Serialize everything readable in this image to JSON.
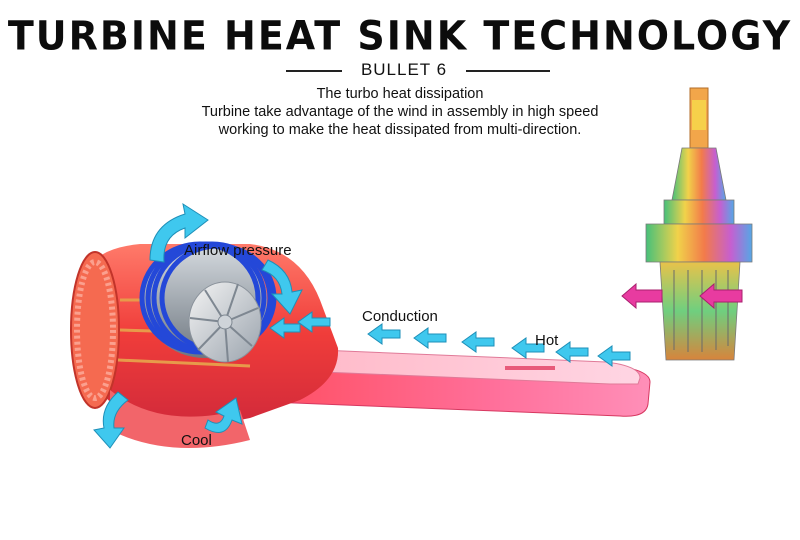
{
  "header": {
    "title": "TURBINE HEAT SINK TECHNOLOGY",
    "subtitle": "BULLET 6"
  },
  "description": {
    "line1": "The turbo heat dissipation",
    "line2": "Turbine take advantage of the wind in assembly in high speed",
    "line3": "working to make the heat dissipated from multi-direction."
  },
  "labels": {
    "airflow": "Airflow pressure",
    "conduction": "Conduction",
    "hot": "Hot",
    "cool": "Cool"
  },
  "colors": {
    "arrow_cyan": "#3fc8ee",
    "body_red": "#f0433f",
    "body_pink": "#ff6f96",
    "coil_blue": "#2448d8",
    "arrow_magenta": "#e83ba0"
  }
}
